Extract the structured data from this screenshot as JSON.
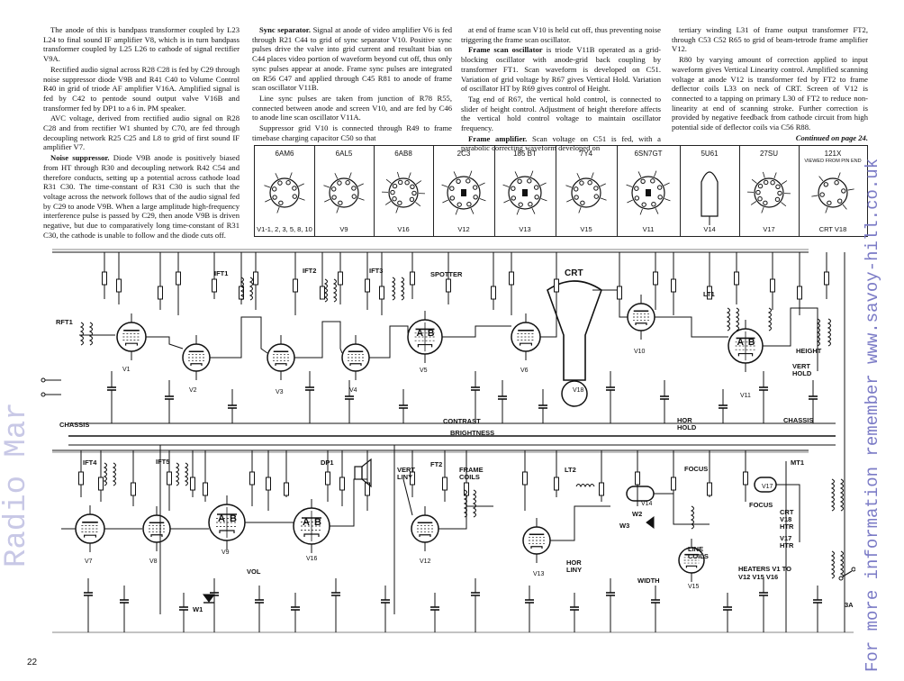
{
  "text": {
    "col1": [
      {
        "head": "",
        "body": "The anode of this is bandpass transformer coupled by L23 L24 to final sound IF amplifier V8, which is in turn bandpass transformer coupled by L25 L26 to cathode of signal rectifier V9A."
      },
      {
        "head": "",
        "body": "Rectified audio signal across R28 C28 is fed by C29 through noise suppressor diode V9B and R41 C40 to Volume Control R40 in grid of triode AF amplifier V16A. Amplified signal is fed by C42 to pentode sound output valve V16B and transformer fed by DP1 to a 6 in. PM speaker."
      },
      {
        "head": "",
        "body": "AVC voltage, derived from rectified audio signal on R28 C28 and from rectifier W1 shunted by C70, are fed through decoupling network R25 C25 and L8 to grid of first sound IF amplifier V7."
      },
      {
        "head": "Noise suppressor.",
        "body": " Diode V9B anode is positively biased from HT through R30 and decoupling network R42 C54 and therefore conducts, setting up a potential across cathode load R31 C30. The time-constant of R31 C30 is such that the voltage across the network follows that of the audio signal fed by C29 to anode V9B. When a large amplitude high-frequency interference pulse is passed by C29, then anode V9B is driven negative, but due to comparatively long time-constant of R31 C30, the cathode is unable to follow and the diode cuts off."
      }
    ],
    "col2": [
      {
        "head": "Sync separator.",
        "body": " Signal at anode of video amplifier V6 is fed through R21 C44 to grid of sync separator V10. Positive sync pulses drive the valve into grid current and resultant bias on C44 places video portion of waveform beyond cut off, thus only sync pulses appear at anode. Frame sync pulses are integrated on R56 C47 and applied through C45 R81 to anode of frame scan oscillator V11B."
      },
      {
        "head": "",
        "body": "Line sync pulses are taken from junction of R78 R55, connected between anode and screen V10, and are fed by C46 to anode line scan oscillator V11A."
      },
      {
        "head": "",
        "body": "Suppressor grid V10 is connected through R49 to frame timebase charging capacitor C50 so that"
      }
    ],
    "col3": [
      {
        "head": "",
        "body": "at end of frame scan V10 is held cut off, thus preventing noise triggering the frame scan oscillator."
      },
      {
        "head": "Frame scan oscillator",
        "body": " is triode V11B operated as a grid-blocking oscillator with anode-grid back coupling by transformer FT1. Scan waveform is developed on C51. Variation of grid voltage by R67 gives Vertical Hold. Variation of oscillator HT by R69 gives control of Height."
      },
      {
        "head": "",
        "body": "Tag end of R67, the vertical hold control, is connected to slider of height control. Adjustment of height therefore affects the vertical hold control voltage to maintain oscillator frequency."
      },
      {
        "head": "Frame amplifier.",
        "body": " Scan voltage on C51 is fed, with a parabolic correcting waveform developed on"
      }
    ],
    "col4": [
      {
        "head": "",
        "body": "tertiary winding L31 of frame output transformer FT2, through C53 C52 R65 to grid of beam-tetrode frame amplifier V12."
      },
      {
        "head": "",
        "body": "R80 by varying amount of correction applied to input waveform gives Vertical Linearity control. Amplified scanning voltage at anode V12 is transformer fed by FT2 to frame deflector coils L33 on neck of CRT. Screen of V12 is connected to a tapping on primary L30 of FT2 to reduce non-linearity at end of scanning stroke. Further correction is provided by negative feedback from cathode circuit from high potential side of deflector coils via C56 R88."
      }
    ],
    "continued": "Continued on page 24.",
    "page_number": "22",
    "watermark": "For more information remember www.savoy-hill.co.uk",
    "brand": "Radio Mar"
  },
  "tubes": [
    {
      "name": "6AM6",
      "ref": "V1-1, 2, 3, 5, 8, 10",
      "kind": "b7g"
    },
    {
      "name": "6AL5",
      "ref": "V9",
      "kind": "b7g"
    },
    {
      "name": "6AB8",
      "ref": "V16",
      "kind": "b9a"
    },
    {
      "name": "2C3",
      "ref": "V12",
      "kind": "octal"
    },
    {
      "name": "185 BT",
      "ref": "V13",
      "kind": "octal"
    },
    {
      "name": "7Y4",
      "ref": "V15",
      "kind": "b7g"
    },
    {
      "name": "6SN7GT",
      "ref": "V11",
      "kind": "octal"
    },
    {
      "name": "5U61",
      "ref": "V14",
      "kind": "bulb"
    },
    {
      "name": "27SU",
      "ref": "V17",
      "kind": "b9a"
    },
    {
      "name": "121X",
      "ref": "CRT V18",
      "kind": "crt",
      "note": "VIEWED FROM PIN END"
    }
  ],
  "schematic": {
    "section_labels": [
      {
        "id": "rft1",
        "text": "RFT1"
      },
      {
        "id": "ift1",
        "text": "IFT1"
      },
      {
        "id": "ift2",
        "text": "IFT2"
      },
      {
        "id": "ift3",
        "text": "IFT3"
      },
      {
        "id": "spotter",
        "text": "SPOTTER"
      },
      {
        "id": "crt",
        "text": "CRT"
      },
      {
        "id": "lt1",
        "text": "LT1"
      },
      {
        "id": "height",
        "text": "HEIGHT"
      },
      {
        "id": "vhold",
        "text": "VERT HOLD"
      },
      {
        "id": "chassis-l",
        "text": "CHASSIS"
      },
      {
        "id": "chassis-r",
        "text": "CHASSIS"
      },
      {
        "id": "contrast",
        "text": "CONTRAST"
      },
      {
        "id": "brightness",
        "text": "BRIGHTNESS"
      },
      {
        "id": "horhold",
        "text": "HOR HOLD"
      },
      {
        "id": "ift4",
        "text": "IFT4"
      },
      {
        "id": "ift5",
        "text": "IFT5"
      },
      {
        "id": "dp1",
        "text": "DP1"
      },
      {
        "id": "vol",
        "text": "VOL"
      },
      {
        "id": "ft2",
        "text": "FT2"
      },
      {
        "id": "vertliny",
        "text": "VERT LINY"
      },
      {
        "id": "framecoils",
        "text": "FRAME COILS"
      },
      {
        "id": "lt2",
        "text": "LT2"
      },
      {
        "id": "horliny",
        "text": "HOR LINY"
      },
      {
        "id": "width",
        "text": "WIDTH"
      },
      {
        "id": "linecoils",
        "text": "LINE COILS"
      },
      {
        "id": "focus1",
        "text": "FOCUS"
      },
      {
        "id": "focus2",
        "text": "FOCUS"
      },
      {
        "id": "mt1",
        "text": "MT1"
      },
      {
        "id": "heaters",
        "text": "HEATERS V1 TO V12 V15 V16"
      },
      {
        "id": "crtv18htr",
        "text": "CRT V18 HTR"
      },
      {
        "id": "v17htr",
        "text": "V17 HTR"
      },
      {
        "id": "fuse",
        "text": "3A"
      },
      {
        "id": "w1",
        "text": "W1"
      },
      {
        "id": "w2",
        "text": "W2"
      },
      {
        "id": "w3",
        "text": "W3"
      }
    ],
    "valve_refs": [
      "V1",
      "V2",
      "V3",
      "V4",
      "V5",
      "V6",
      "V10",
      "V11",
      "V18",
      "V7",
      "V8",
      "V9",
      "V16",
      "V12",
      "V13",
      "V14",
      "V15",
      "V17"
    ]
  }
}
